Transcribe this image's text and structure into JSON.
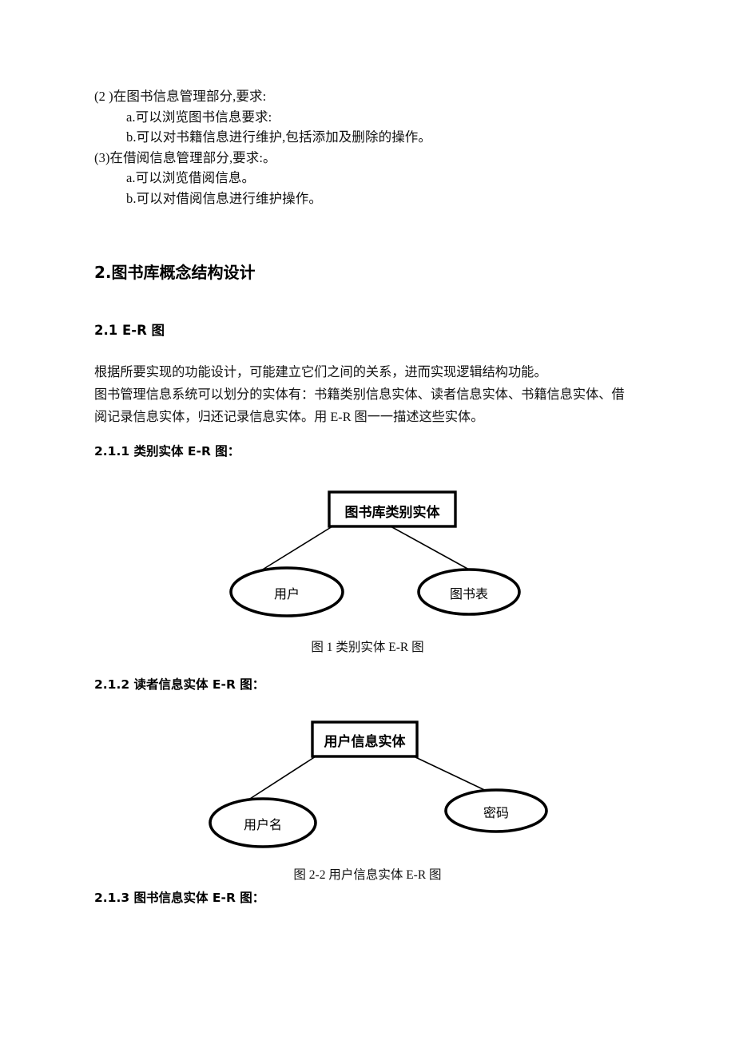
{
  "document": {
    "requirements": {
      "lines": [
        {
          "text": "(2 )在图书信息管理部分,要求:",
          "indent": false
        },
        {
          "text": "a.可以浏览图书信息要求:",
          "indent": true
        },
        {
          "text": "b.可以对书籍信息进行维护,包括添加及删除的操作。",
          "indent": true
        },
        {
          "text": "(3)在借阅信息管理部分,要求:。",
          "indent": false
        },
        {
          "text": "a.可以浏览借阅信息。",
          "indent": true
        },
        {
          "text": "b.可以对借阅信息进行维护操作。",
          "indent": true
        }
      ]
    },
    "heading_1": "2.图书库概念结构设计",
    "heading_2": "2.1 E-R 图",
    "paragraph": {
      "lines": [
        "根据所要实现的功能设计，可能建立它们之间的关系，进而实现逻辑结构功能。",
        "图书管理信息系统可以划分的实体有：书籍类别信息实体、读者信息实体、书籍信息实体、借",
        "阅记录信息实体，归还记录信息实体。用 E-R 图一一描述这些实体。"
      ]
    },
    "heading_3_1": "2.1.1 类别实体 E-R 图：",
    "heading_3_2": "2.1.2 读者信息实体 E-R 图：",
    "heading_3_3": "2.1.3 图书信息实体 E-R 图：",
    "figures": [
      {
        "caption": "图 1 类别实体 E-R 图",
        "entity": "图书库类别实体",
        "attributes": [
          "用户",
          "图书表"
        ]
      },
      {
        "caption": "图 2-2  用户信息实体 E-R 图",
        "entity": "用户信息实体",
        "attributes": [
          "用户名",
          "密码"
        ]
      }
    ],
    "colors": {
      "text": "#111111",
      "stroke": "#000000",
      "background": "#ffffff"
    }
  }
}
